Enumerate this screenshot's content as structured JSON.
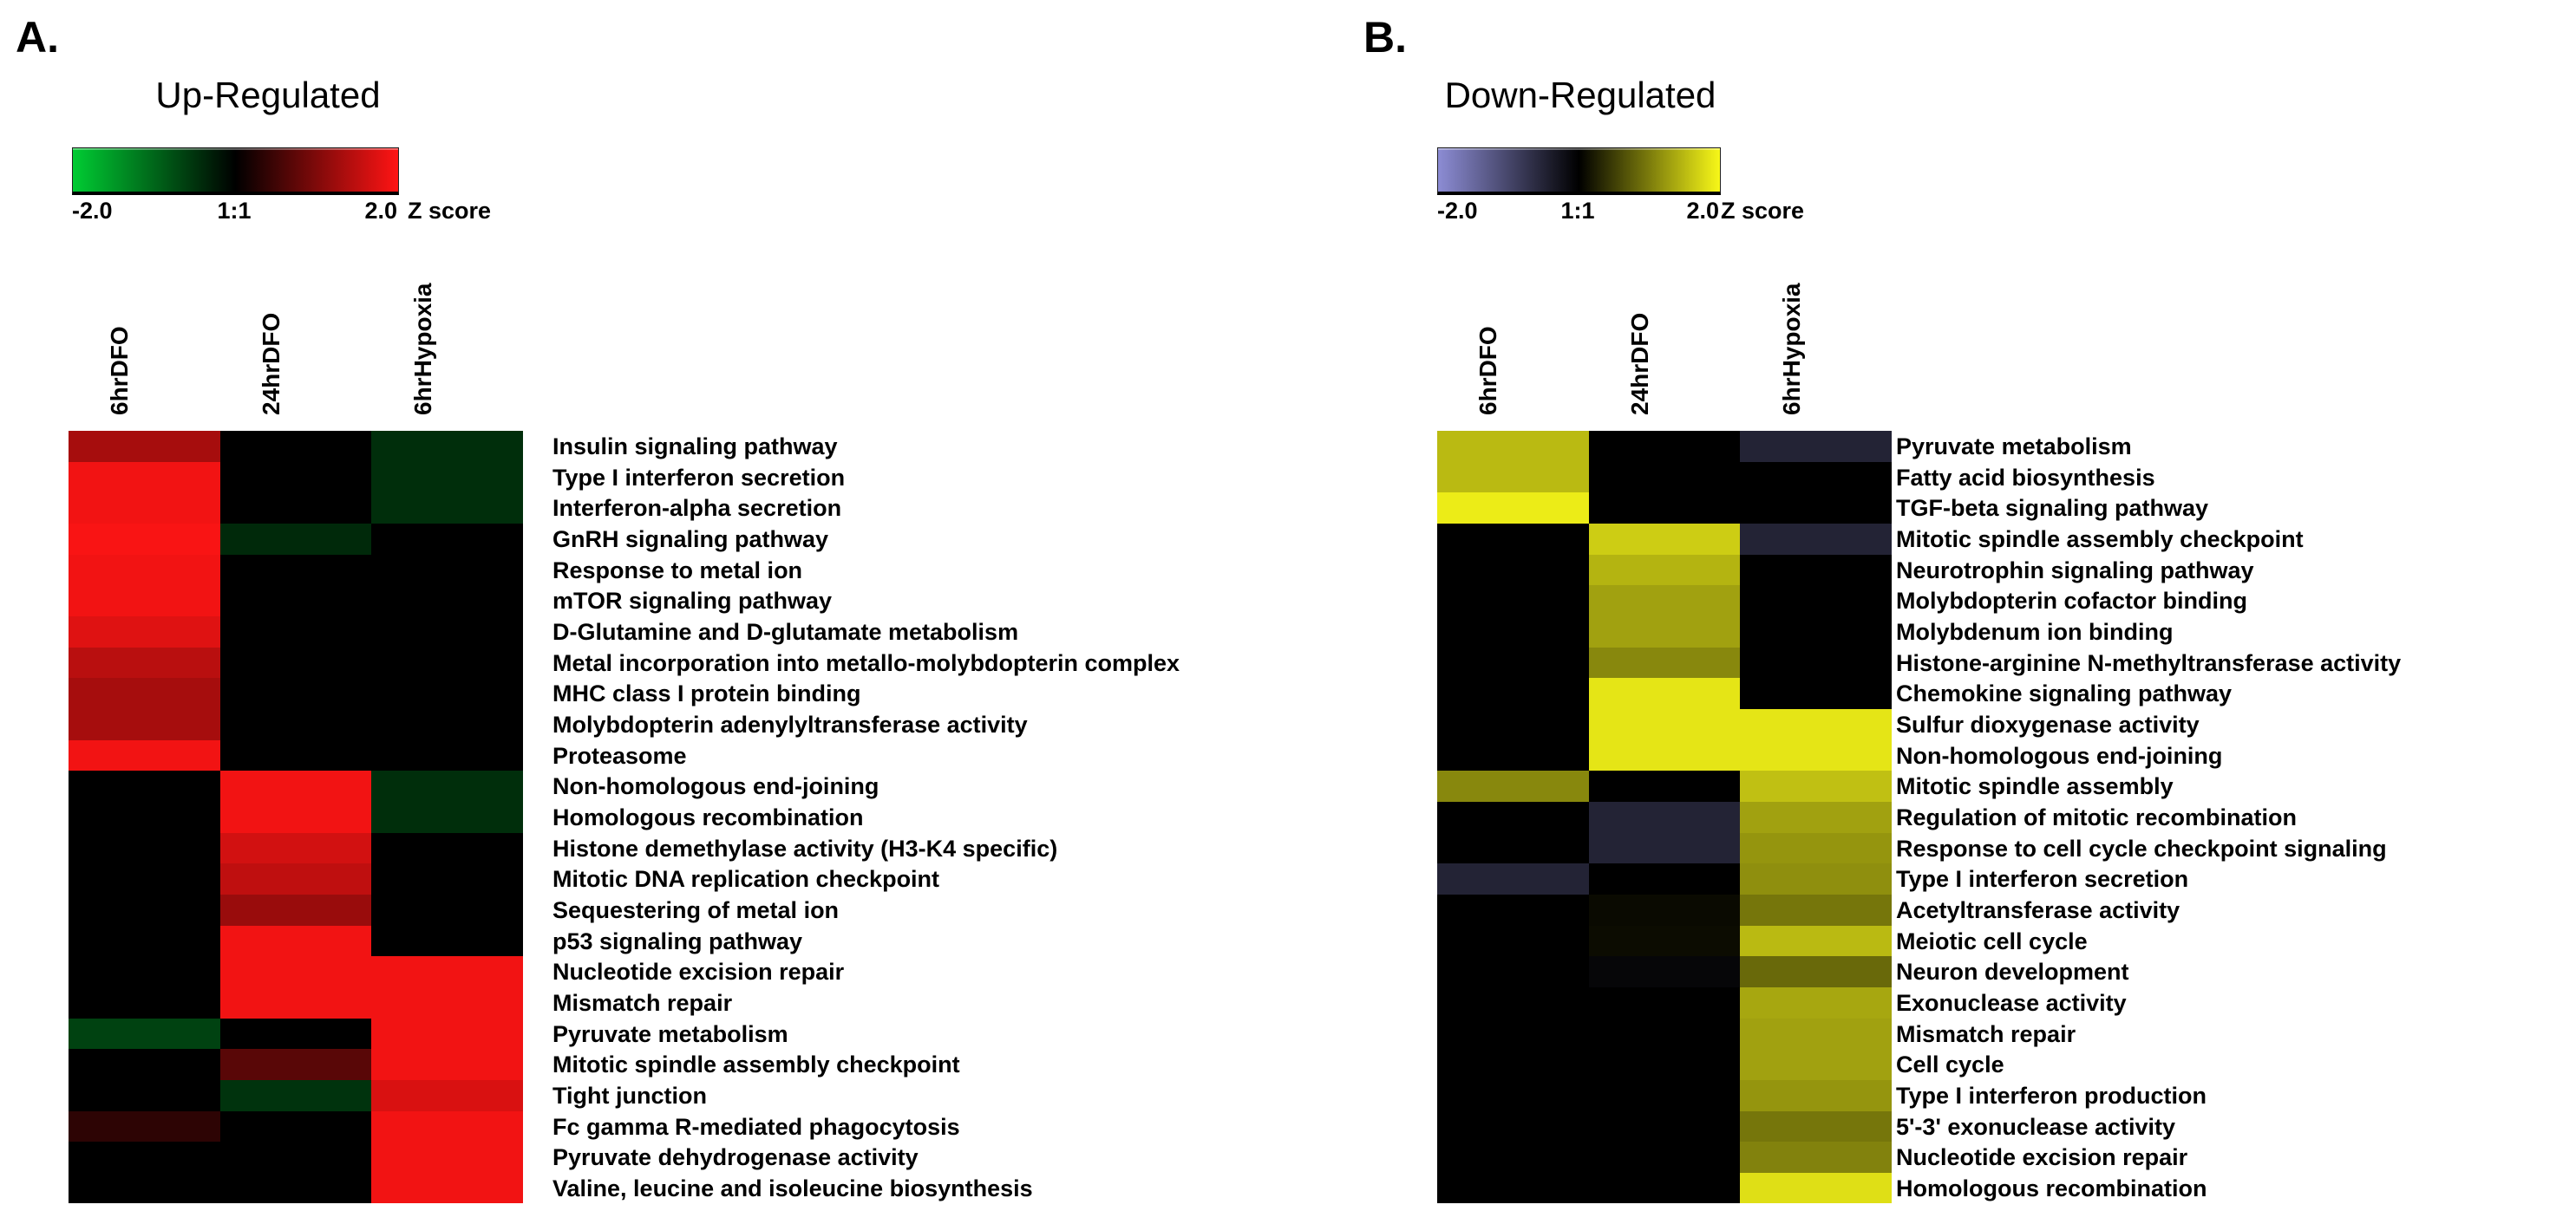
{
  "chart_data": [
    {
      "type": "heatmap",
      "panel_letter": "A.",
      "title": "Up-Regulated",
      "colorscale": {
        "domain": [
          -2,
          0,
          2
        ],
        "low": "#00cc33",
        "mid": "#000000",
        "high": "#ff1414",
        "min_label": "-2.0",
        "mid_label": "1:1",
        "max_label": "2.0",
        "unit_label": "Z score",
        "legend_position": "top"
      },
      "columns": [
        "6hrDFO",
        "24hrDFO",
        "6hrHypoxia"
      ],
      "rows": [
        "Insulin signaling pathway",
        "Type I interferon secretion",
        "Interferon-alpha secretion",
        "GnRH signaling pathway",
        "Response to metal ion",
        "mTOR signaling pathway",
        "D-Glutamine and D-glutamate metabolism",
        "Metal incorporation into metallo-molybdopterin complex",
        "MHC class I protein binding",
        "Molybdopterin adenylyltransferase activity",
        "Proteasome",
        "Non-homologous end-joining",
        "Homologous recombination",
        "Histone demethylase activity (H3-K4 specific)",
        "Mitotic DNA replication checkpoint",
        "Sequestering of metal ion",
        "p53 signaling pathway",
        "Nucleotide excision repair",
        "Mismatch repair",
        "Pyruvate metabolism",
        "Mitotic spindle assembly checkpoint",
        "Tight junction",
        "Fc gamma R-mediated phagocytosis",
        "Pyruvate dehydrogenase activity",
        "Valine, leucine and isoleucine biosynthesis"
      ],
      "values": [
        [
          1.3,
          0,
          -0.45
        ],
        [
          1.9,
          0,
          -0.45
        ],
        [
          1.9,
          0,
          -0.45
        ],
        [
          1.95,
          -0.4,
          0
        ],
        [
          1.9,
          0,
          0
        ],
        [
          1.9,
          0,
          0
        ],
        [
          1.75,
          0,
          0
        ],
        [
          1.45,
          0,
          0
        ],
        [
          1.3,
          0,
          0
        ],
        [
          1.3,
          0,
          0
        ],
        [
          1.9,
          0,
          0
        ],
        [
          0,
          1.9,
          -0.45
        ],
        [
          0,
          1.9,
          -0.45
        ],
        [
          0,
          1.65,
          0
        ],
        [
          0,
          1.5,
          0
        ],
        [
          0,
          1.2,
          0
        ],
        [
          0,
          1.9,
          0
        ],
        [
          0,
          1.9,
          1.9
        ],
        [
          0,
          1.9,
          1.9
        ],
        [
          -0.65,
          0,
          1.9
        ],
        [
          0,
          0.7,
          1.9
        ],
        [
          0,
          -0.5,
          1.7
        ],
        [
          0.35,
          0,
          1.9
        ],
        [
          0,
          0,
          1.9
        ],
        [
          0,
          0,
          1.9
        ]
      ]
    },
    {
      "type": "heatmap",
      "panel_letter": "B.",
      "title": "Down-Regulated",
      "colorscale": {
        "domain": [
          -2,
          0,
          2
        ],
        "low": "#8c8cd4",
        "mid": "#000000",
        "high": "#f8f818",
        "min_label": "-2.0",
        "mid_label": "1:1",
        "max_label": "2.0",
        "unit_label": "Z score",
        "legend_position": "top"
      },
      "columns": [
        "6hrDFO",
        "24hrDFO",
        "6hrHypoxia"
      ],
      "rows": [
        "Pyruvate metabolism",
        "Fatty acid biosynthesis",
        "TGF-beta signaling pathway",
        "Mitotic spindle assembly checkpoint",
        "Neurotrophin signaling pathway",
        "Molybdopterin cofactor binding",
        "Molybdenum ion binding",
        "Histone-arginine N-methyltransferase activity",
        "Chemokine signaling pathway",
        "Sulfur dioxygenase activity",
        "Non-homologous end-joining",
        "Mitotic spindle assembly",
        "Regulation of mitotic recombination",
        "Response to cell cycle checkpoint signaling",
        "Type I interferon secretion",
        "Acetyltransferase activity",
        "Meiotic cell cycle",
        "Neuron development",
        "Exonuclease activity",
        "Mismatch repair",
        "Cell cycle",
        "Type I interferon production",
        "5'-3' exonuclease activity",
        "Nucleotide excision repair",
        "Homologous recombination"
      ],
      "values": [
        [
          1.5,
          0,
          -0.5
        ],
        [
          1.5,
          0,
          0
        ],
        [
          1.9,
          0,
          0
        ],
        [
          0,
          1.65,
          -0.5
        ],
        [
          0,
          1.45,
          0
        ],
        [
          0,
          1.3,
          0
        ],
        [
          0,
          1.3,
          0
        ],
        [
          0,
          1.1,
          0
        ],
        [
          0,
          1.85,
          0
        ],
        [
          0,
          1.85,
          1.85
        ],
        [
          0,
          1.85,
          1.85
        ],
        [
          1.1,
          0,
          1.55
        ],
        [
          0,
          -0.5,
          1.3
        ],
        [
          0,
          -0.5,
          1.2
        ],
        [
          -0.5,
          0,
          1.15
        ],
        [
          0,
          0.08,
          0.95
        ],
        [
          0,
          0.1,
          1.5
        ],
        [
          0,
          -0.08,
          0.85
        ],
        [
          0,
          0,
          1.35
        ],
        [
          0,
          0,
          1.3
        ],
        [
          0,
          0,
          1.3
        ],
        [
          0,
          0,
          1.2
        ],
        [
          0,
          0,
          0.95
        ],
        [
          0,
          0,
          1.05
        ],
        [
          0,
          0,
          1.8
        ]
      ]
    }
  ]
}
